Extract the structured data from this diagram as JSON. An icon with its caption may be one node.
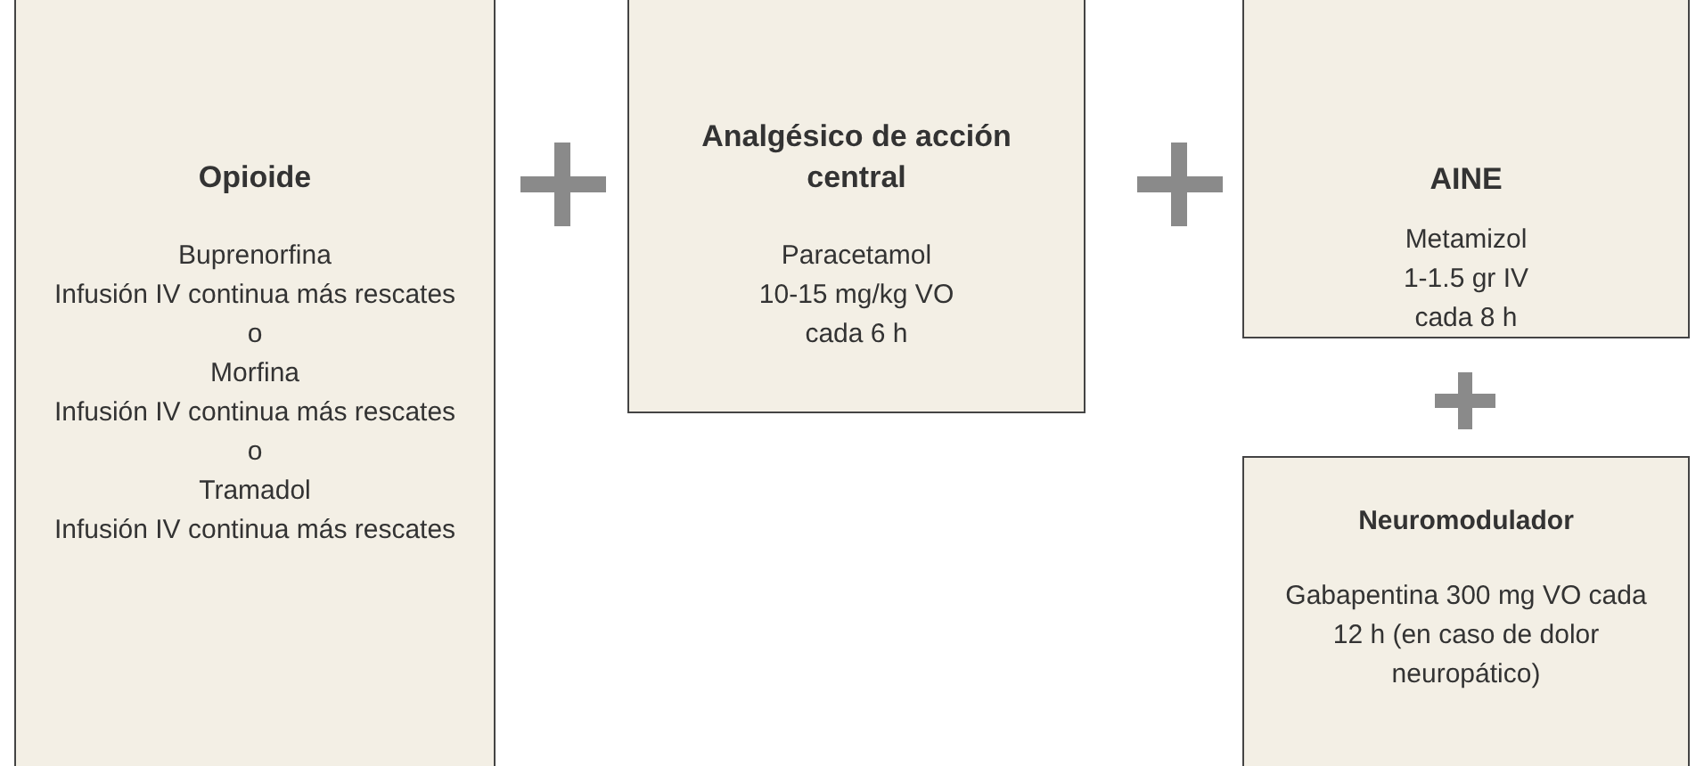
{
  "diagram": {
    "nodes": [
      {
        "text": [
          "Opioide",
          "Buprenorfina",
          "Infusión IV continua más rescates",
          "o",
          "Morfina",
          "Infusión IV continua más rescates",
          "o",
          "Tramadol",
          "Infusión IV continua más rescates"
        ]
      },
      {
        "text": [
          "Analgésico de acción central",
          "Paracetamol",
          "10-15 mg/kg VO",
          "cada 6 h"
        ]
      },
      {
        "text": [
          "AINE",
          "Metamizol",
          "1-1.5 gr IV",
          "cada 8 h"
        ]
      },
      {
        "text": [
          "Neuromodulador",
          "Gabapentina 300 mg VO cada 12 h (en caso de dolor neuropático)"
        ]
      }
    ]
  }
}
